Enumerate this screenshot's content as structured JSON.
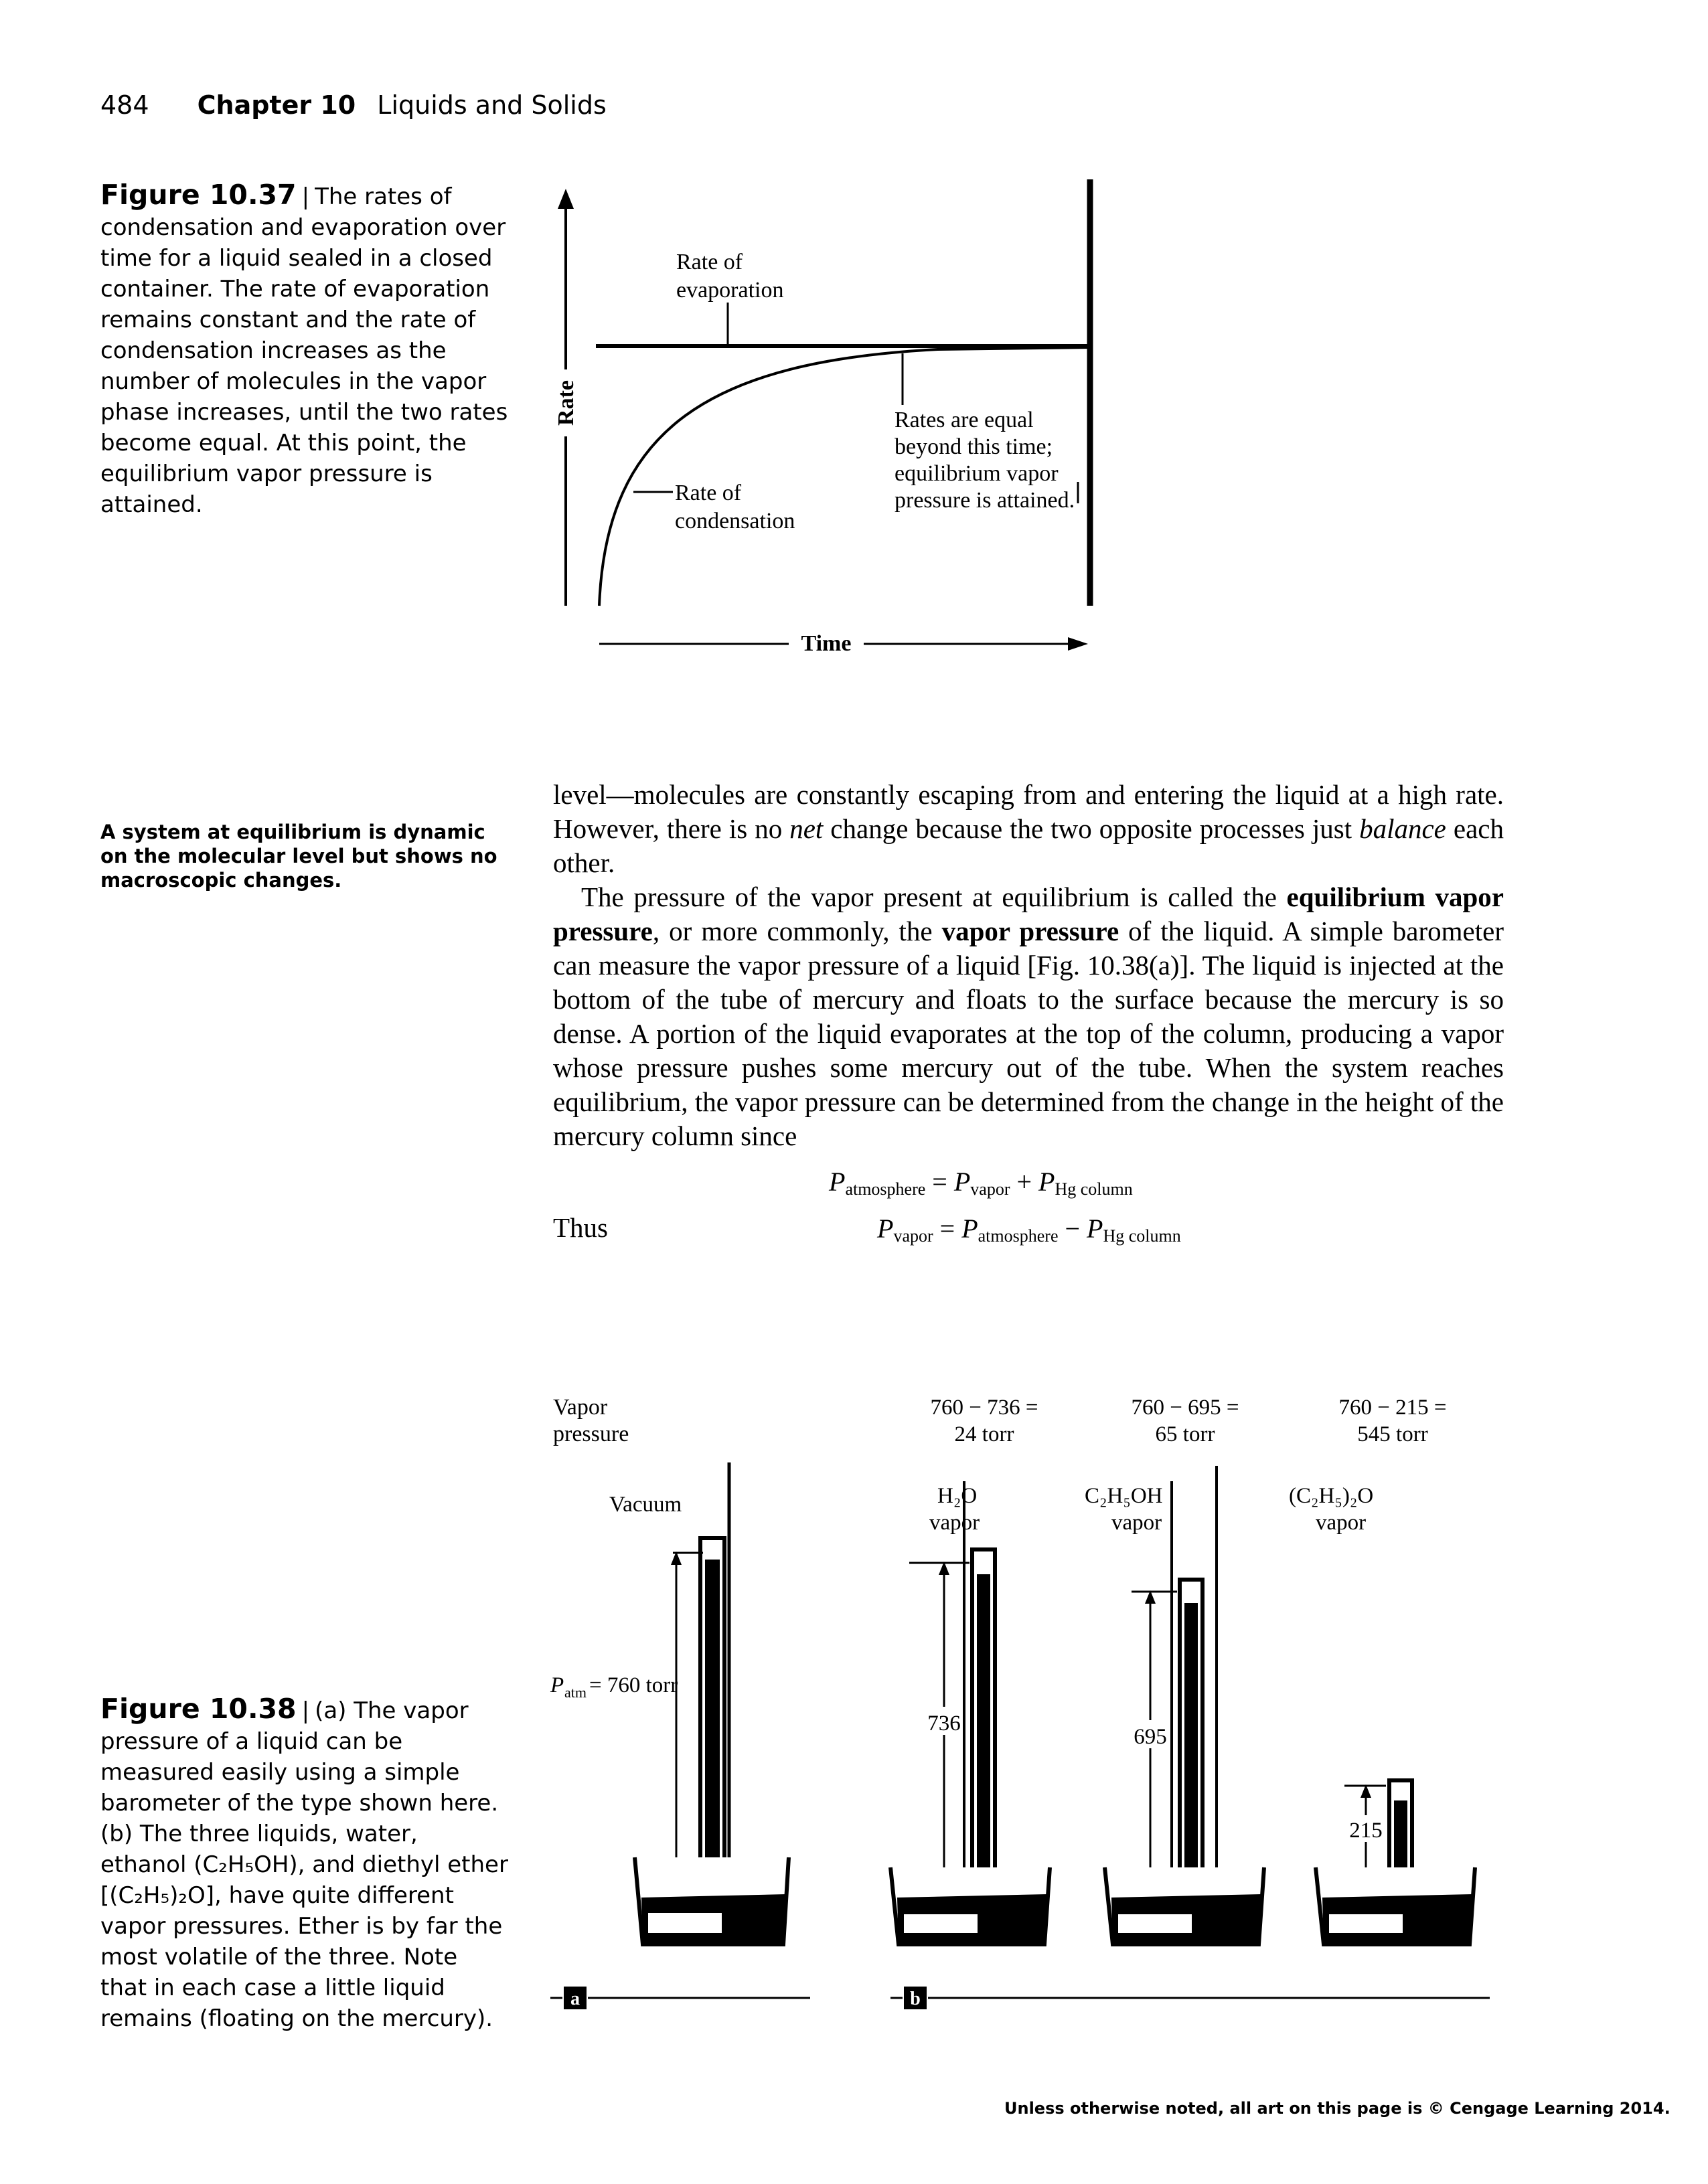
{
  "header": {
    "page_number": "484",
    "chapter": "Chapter 10",
    "chapter_title": "Liquids and Solids"
  },
  "figure_1037": {
    "label": "Figure 10.37",
    "caption": "The rates of condensation and evaporation over time for a liquid sealed in a closed container. The rate of evaporation remains constant and the rate of condensation increases as the number of molecules in the vapor phase increases, until the two rates become equal. At this point, the equilibrium vapor pressure is attained.",
    "y_axis_label": "Rate",
    "x_axis_label": "Time",
    "evaporation_label": [
      "Rate of",
      "evaporation"
    ],
    "condensation_label": [
      "Rate of",
      "condensation"
    ],
    "equal_label": [
      "Rates are equal",
      "beyond this time;",
      "equilibrium vapor",
      "pressure is attained."
    ]
  },
  "margin_note": "A system at equilibrium is dynamic on the molecular level but shows no macroscopic changes.",
  "body": {
    "para1_a": "level—molecules are constantly escaping from and entering the liquid at a high rate. However, there is no ",
    "para1_net": "net",
    "para1_b": " change because the two opposite processes just ",
    "para1_balance": "balance",
    "para1_c": " each other.",
    "para2_a": "The pressure of the vapor present at equilibrium is called the ",
    "para2_bold1": "equilibrium vapor pressure",
    "para2_b": ", or more commonly, the ",
    "para2_bold2": "vapor pressure",
    "para2_c": " of the liquid. A simple barometer can measure the vapor pressure of a liquid [Fig. 10.38(a)]. The liquid is injected at the bottom of the tube of mercury and floats to the surface because the mercury is so dense. A portion of the liquid evaporates at the top of the column, producing a vapor whose pressure pushes some mercury out of the tube. When the system reaches equilibrium, the vapor pressure can be determined from the change in the height of the mercury column since"
  },
  "equations": {
    "eq1": {
      "P": "P",
      "sub1": "atmosphere",
      "eq": "=",
      "sub2": "vapor",
      "op": "+",
      "sub3": "Hg column"
    },
    "thus": "Thus",
    "eq2": {
      "P": "P",
      "sub1": "vapor",
      "eq": "=",
      "sub2": "atmosphere",
      "op": "−",
      "sub3": "Hg column"
    }
  },
  "figure_1038": {
    "label": "Figure 10.38",
    "caption": "(a) The vapor pressure of a liquid can be measured easily using a simple barometer of the type shown here. (b) The three liquids, water, ethanol (C₂H₅OH), and diethyl ether [(C₂H₅)₂O], have quite different vapor pressures. Ether is by far the most volatile of the three. Note that in each case a little liquid remains (floating on the mercury).",
    "vapor_pressure_label": [
      "Vapor",
      "pressure"
    ],
    "vacuum_label": "Vacuum",
    "patm_P": "P",
    "patm_sub": "atm",
    "patm_value": "= 760 torr",
    "columns": [
      {
        "calc": "760 − 736 =",
        "result": "24 torr",
        "vapor_name": "H₂O",
        "vapor_word": "vapor",
        "height": "736"
      },
      {
        "calc": "760 − 695 =",
        "result": "65 torr",
        "vapor_name": "C₂H₅OH",
        "vapor_word": "vapor",
        "height": "695"
      },
      {
        "calc": "760 − 215 =",
        "result": "545 torr",
        "vapor_name": "(C₂H₅)₂O",
        "vapor_word": "vapor",
        "height": "215"
      }
    ],
    "panel_a": "a",
    "panel_b": "b"
  },
  "footer": "Unless otherwise noted, all art on this page is © Cengage Learning 2014."
}
